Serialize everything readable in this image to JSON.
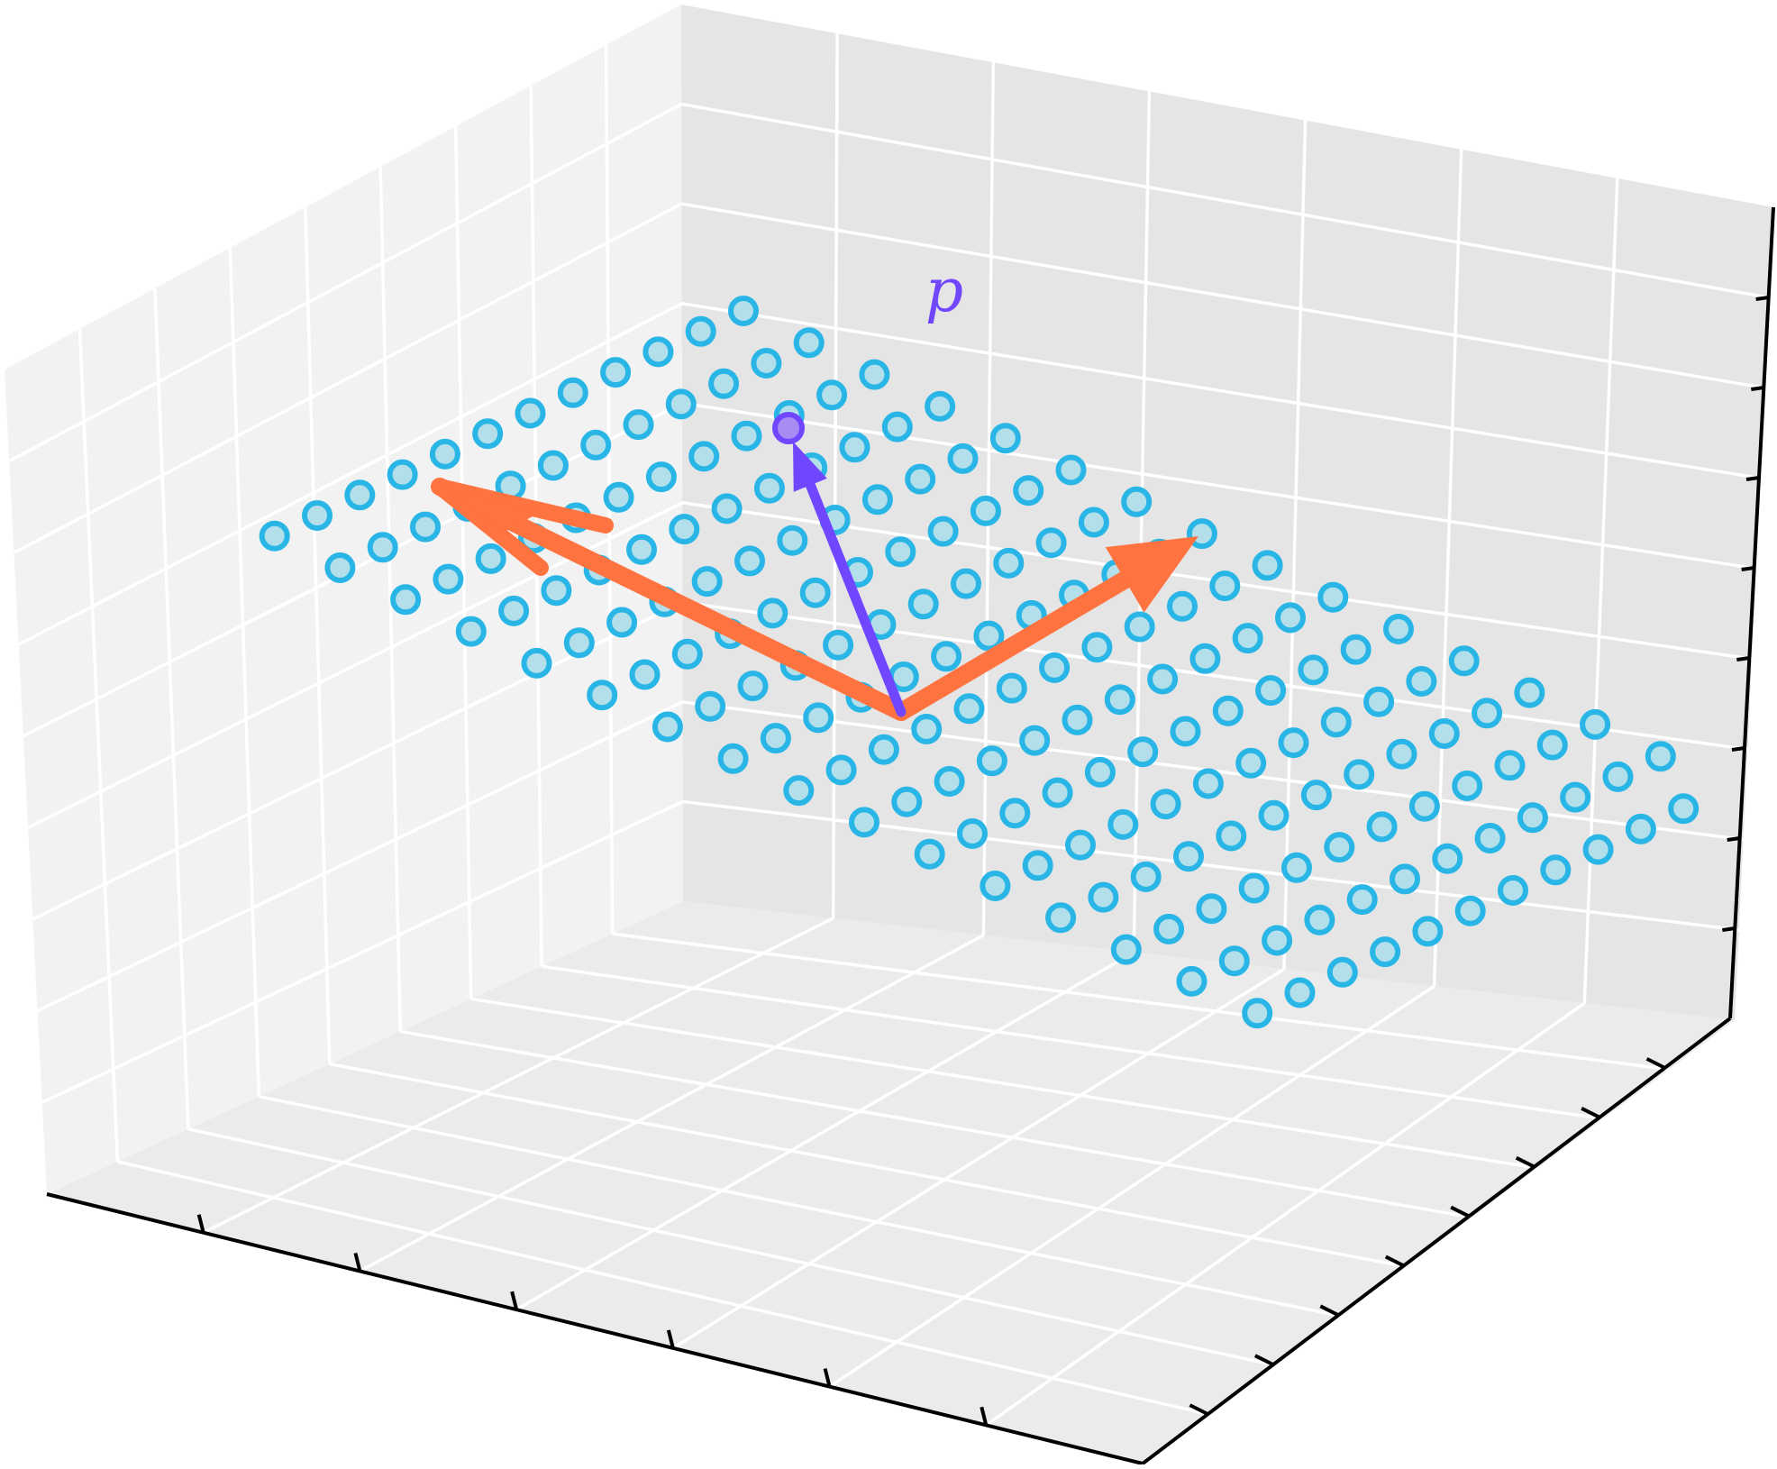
{
  "figure": {
    "point_label": "p",
    "lattice_rows": 12,
    "lattice_cols": 16
  },
  "colors": {
    "background": "#ffffff",
    "pane_back": "#e5e5e5",
    "pane_left": "#f2f2f2",
    "pane_floor": "#ebebeb",
    "grid": "#ffffff",
    "axis": "#000000",
    "lattice_stroke": "#29b6e6",
    "lattice_fill": "#b3dfea",
    "basis_vector": "#ff7340",
    "point_vector": "#7047ff",
    "point_fill": "#a98cf2"
  },
  "icons": {
    "lattice_point": "circle-marker",
    "basis_vector": "arrow",
    "point_vector": "arrow"
  }
}
